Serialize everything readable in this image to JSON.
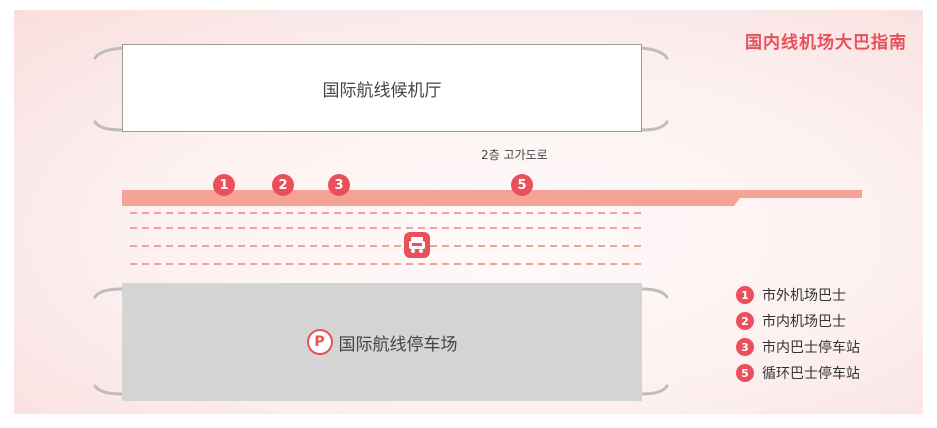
{
  "title": "国内线机场大巴指南",
  "terminal_label": "国际航线候机厅",
  "level_label": "2층 고가도로",
  "parking_label": "国际航线停车场",
  "parking_icon": "P",
  "road_markers": [
    "1",
    "2",
    "3",
    "5"
  ],
  "legend": [
    {
      "num": "1",
      "label": "市外机场巴士"
    },
    {
      "num": "2",
      "label": "市内机场巴士"
    },
    {
      "num": "3",
      "label": "市内巴士停车站"
    },
    {
      "num": "5",
      "label": "循环巴士停车站"
    }
  ],
  "colors": {
    "accent": "#e9505a",
    "road": "#f4a394",
    "parking": "#d4d4d4"
  },
  "icons": [
    "taxi-icon",
    "parking-icon"
  ]
}
